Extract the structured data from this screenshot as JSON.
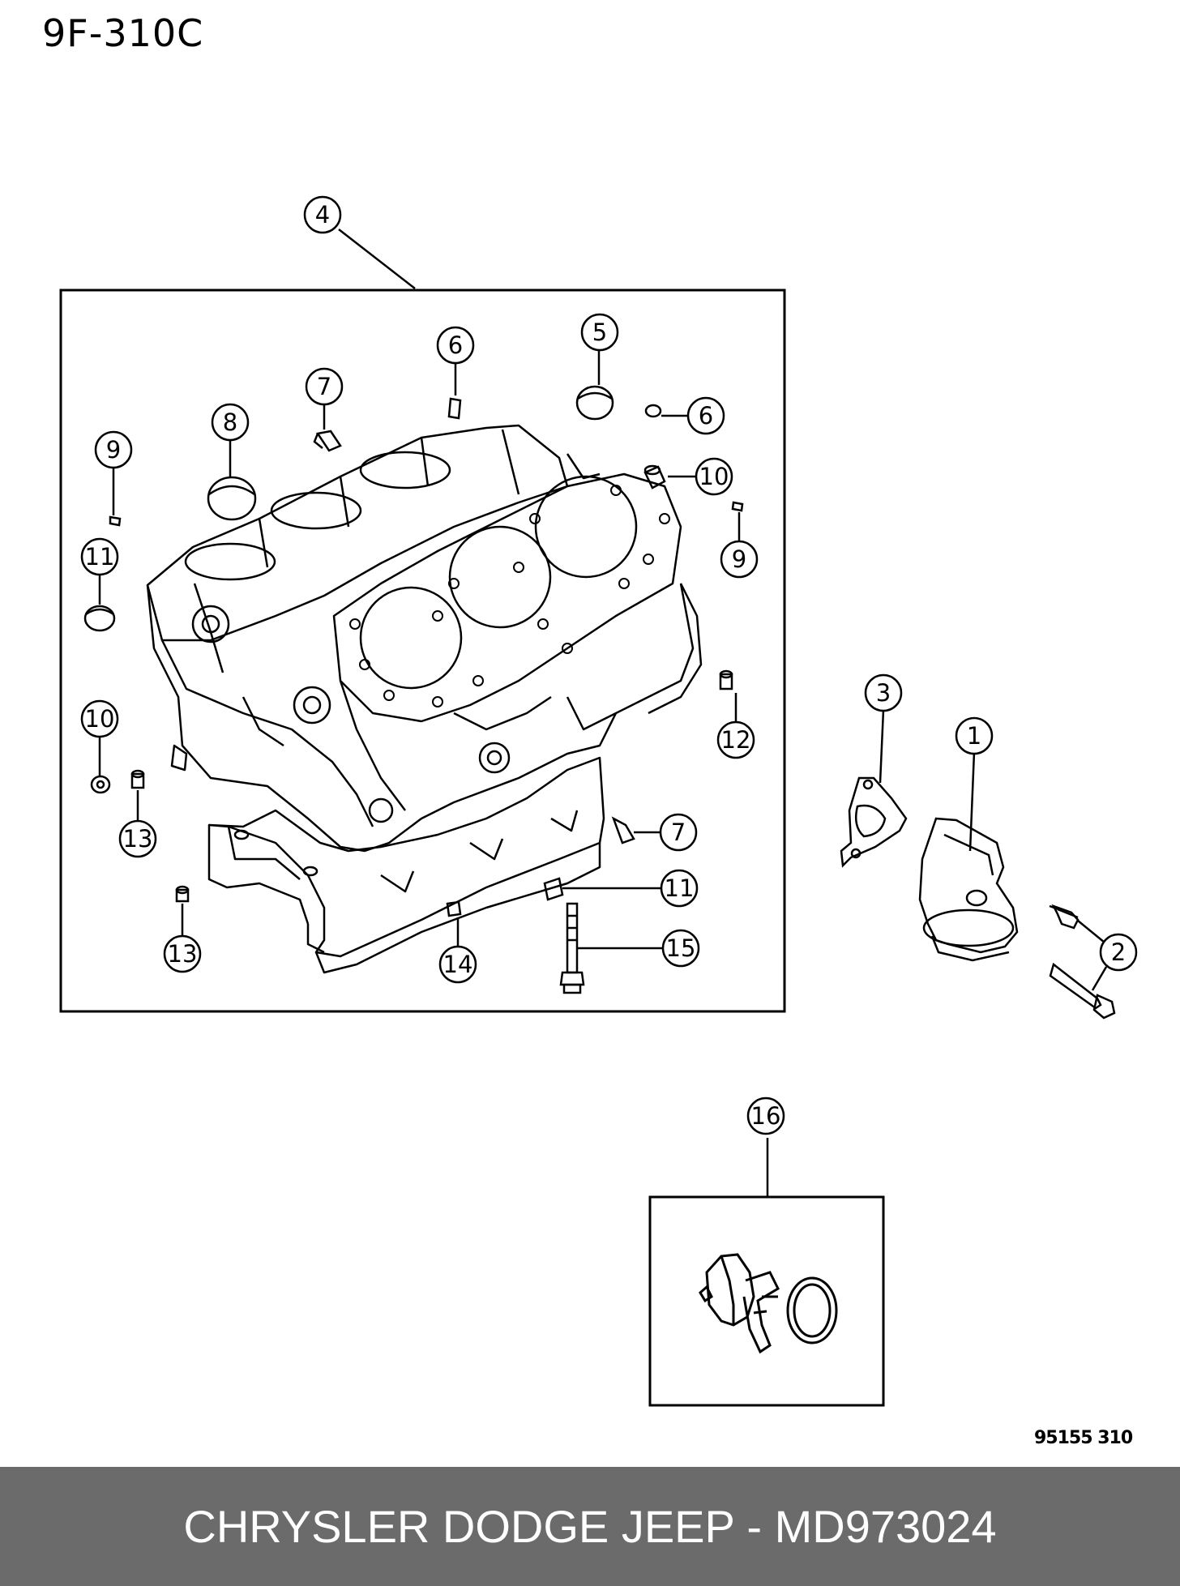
{
  "page_code": "9F-310C",
  "drawing_code": "95155 310",
  "footer_label": "CHRYSLER DODGE JEEP - MD973024",
  "callouts": [
    {
      "id": "c4",
      "label": "4"
    },
    {
      "id": "c6a",
      "label": "6"
    },
    {
      "id": "c5",
      "label": "5"
    },
    {
      "id": "c7a",
      "label": "7"
    },
    {
      "id": "c8",
      "label": "8"
    },
    {
      "id": "c6b",
      "label": "6"
    },
    {
      "id": "c9a",
      "label": "9"
    },
    {
      "id": "c10a",
      "label": "10"
    },
    {
      "id": "c11a",
      "label": "11"
    },
    {
      "id": "c9b",
      "label": "9"
    },
    {
      "id": "c10b",
      "label": "10"
    },
    {
      "id": "c12",
      "label": "12"
    },
    {
      "id": "c13a",
      "label": "13"
    },
    {
      "id": "c7b",
      "label": "7"
    },
    {
      "id": "c11b",
      "label": "11"
    },
    {
      "id": "c15",
      "label": "15"
    },
    {
      "id": "c13b",
      "label": "13"
    },
    {
      "id": "c14",
      "label": "14"
    },
    {
      "id": "c3",
      "label": "3"
    },
    {
      "id": "c1",
      "label": "1"
    },
    {
      "id": "c2",
      "label": "2"
    },
    {
      "id": "c16",
      "label": "16"
    }
  ]
}
